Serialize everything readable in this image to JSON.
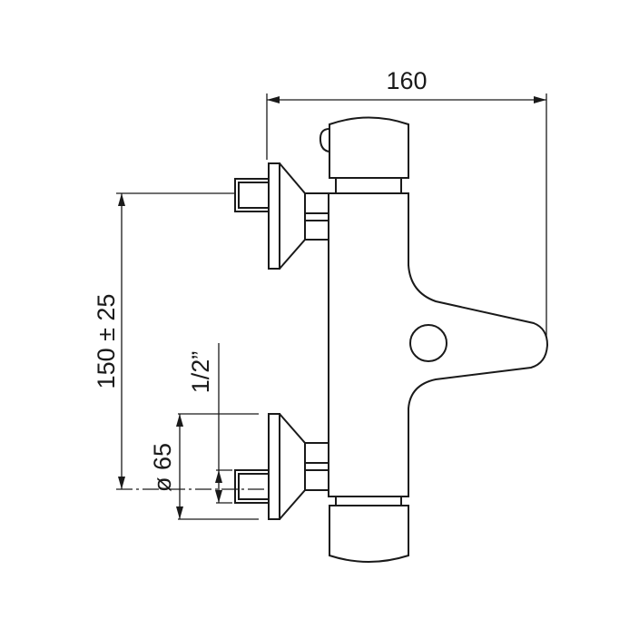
{
  "dimensions": {
    "width_label": "160",
    "inlet_spacing_label": "150 ± 25",
    "flange_diameter_label": "ø 65",
    "thread_label": "1/2”"
  },
  "colors": {
    "line": "#1a1a1a",
    "background": "#ffffff"
  }
}
